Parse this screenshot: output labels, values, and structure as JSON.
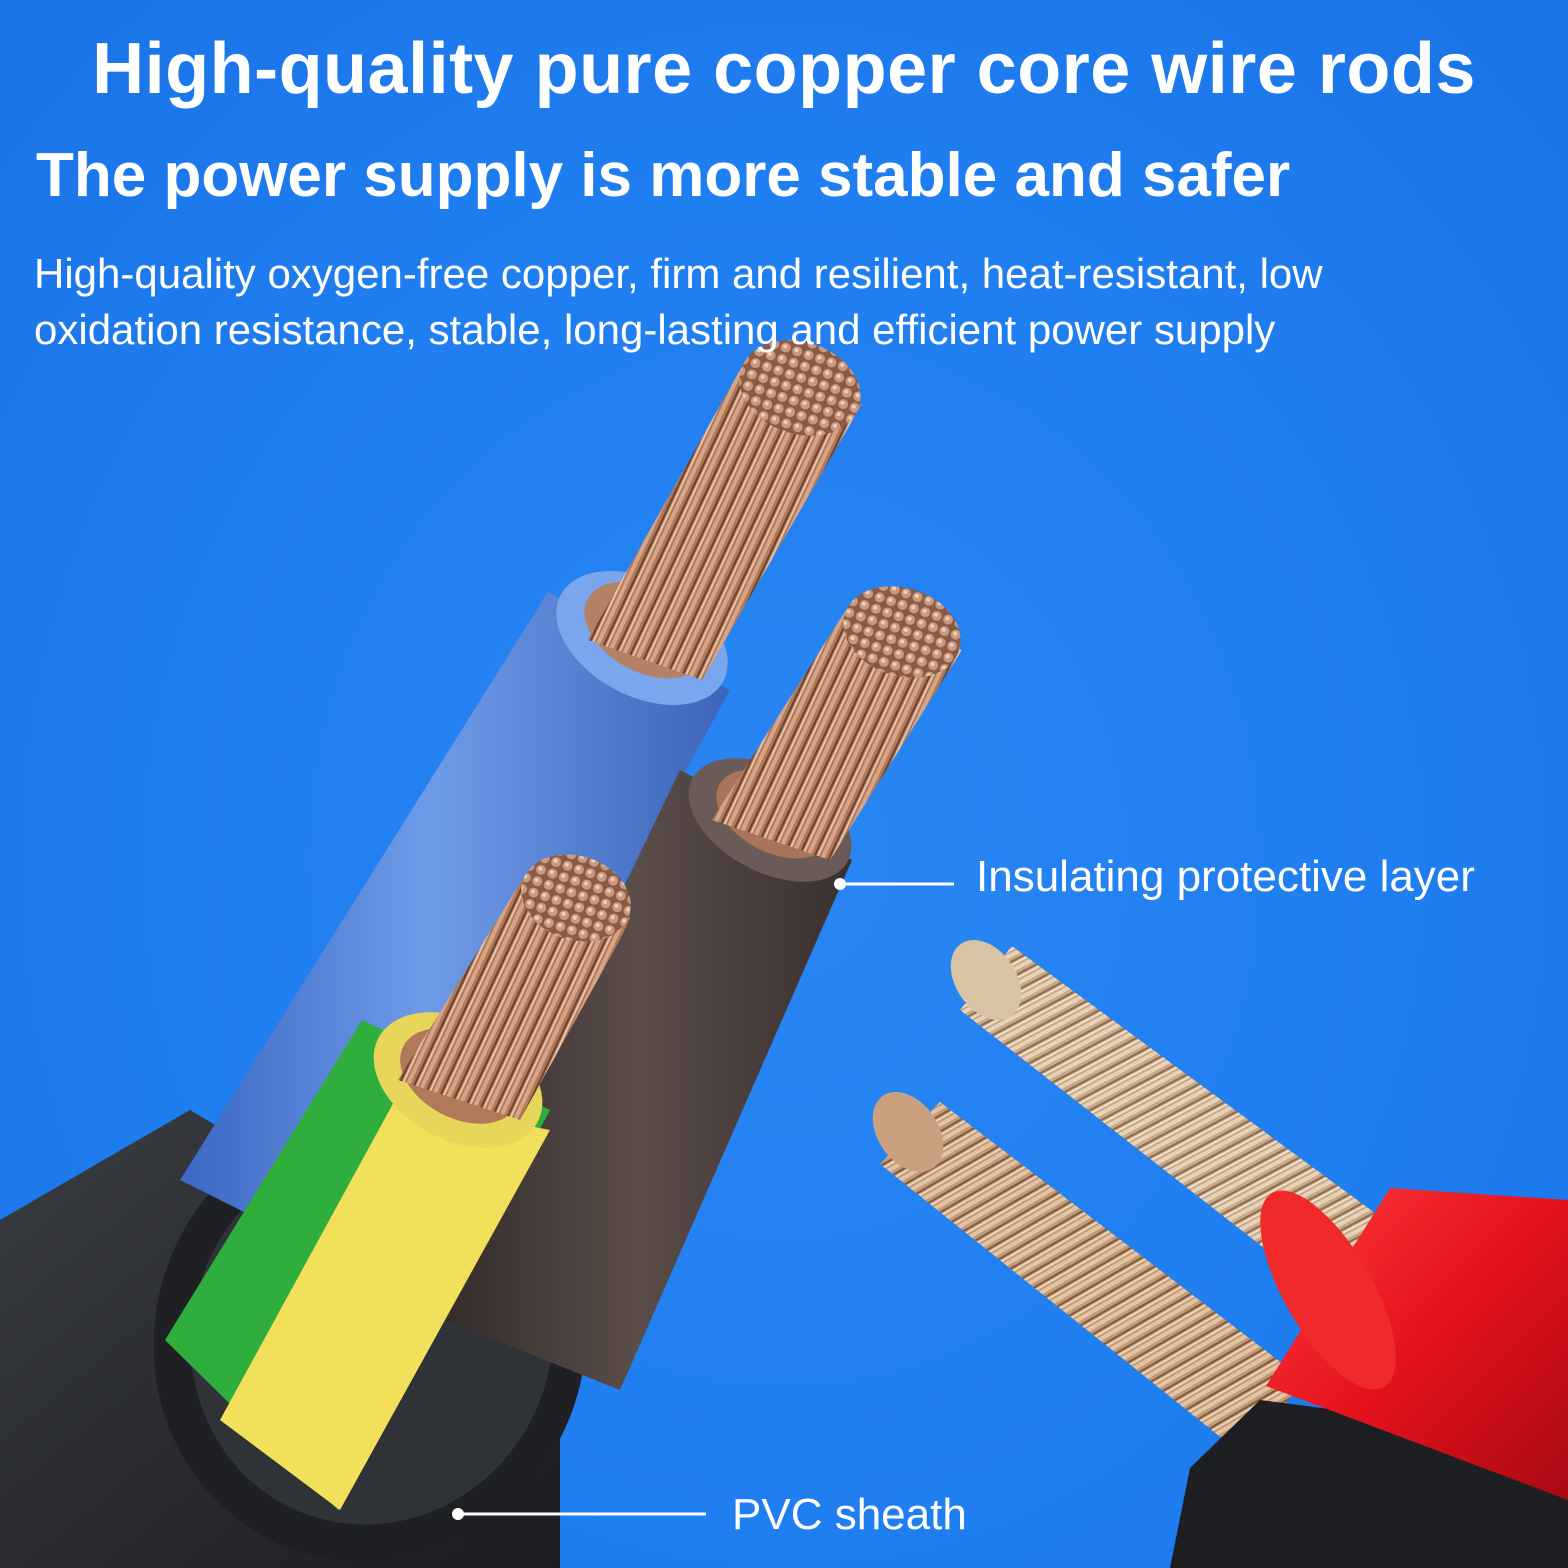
{
  "headline": {
    "line1": "High-quality pure copper core wire rods",
    "line2": "The power supply is more stable and safer"
  },
  "description": {
    "line1": "High-quality oxygen-free copper, firm and resilient, heat-resistant, low",
    "line2": "oxidation resistance, stable, long-lasting and efficient power supply"
  },
  "callouts": {
    "insulating": "Insulating protective layer",
    "pvc": "PVC sheath"
  },
  "colors": {
    "background": "#1f7ef0",
    "text": "#ffffff",
    "blue_core": "#4f7fd6",
    "brown_core": "#4a3f3d",
    "green_core": "#2fae3e",
    "yellow_core": "#f2e05a",
    "red_core": "#e5121d",
    "sheath": "#2b2d31",
    "copper": "#b07a58"
  }
}
